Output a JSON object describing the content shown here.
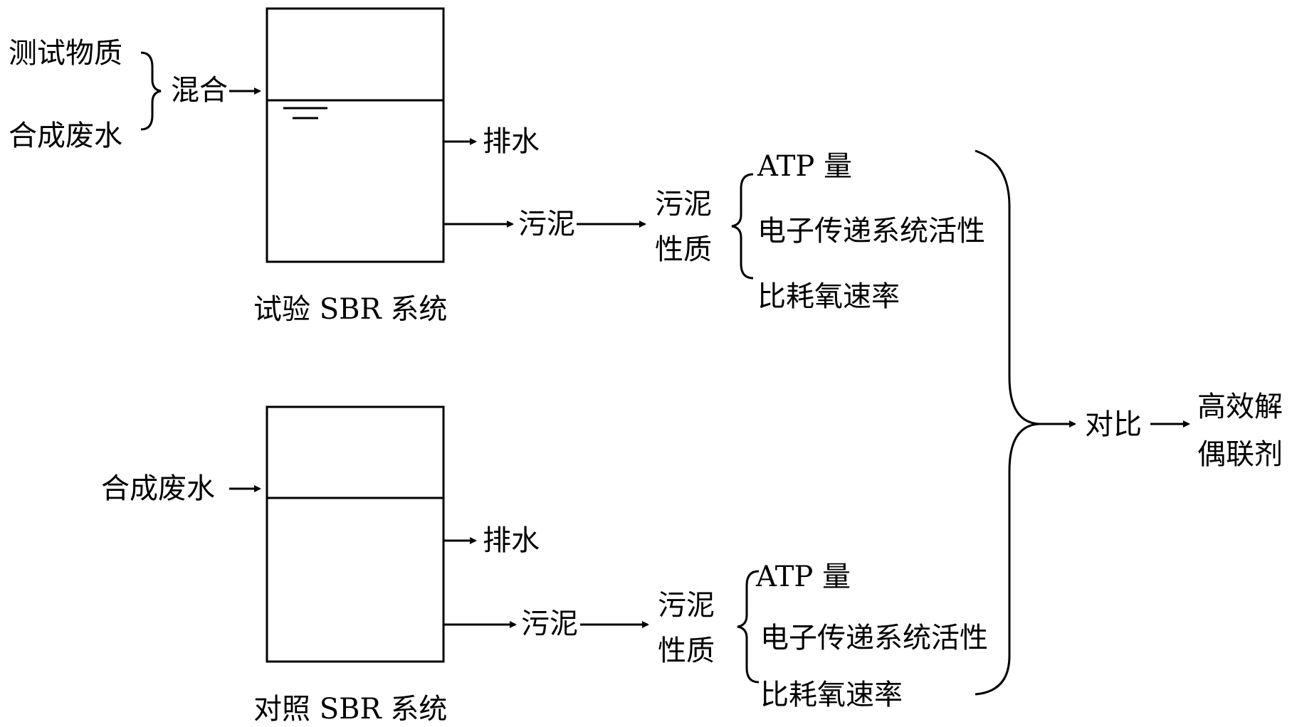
{
  "test_system": {
    "input_1": "测试物质",
    "input_2": "合成废水",
    "mix_label": "混合",
    "drain_label": "排水",
    "sludge_label": "污泥",
    "props_label_line1": "污泥",
    "props_label_line2": "性质",
    "metrics": [
      "ATP 量",
      "电子传递系统活性",
      "比耗氧速率"
    ],
    "caption": "试验 SBR 系统"
  },
  "control_system": {
    "input": "合成废水",
    "drain_label": "排水",
    "sludge_label": "污泥",
    "props_label_line1": "污泥",
    "props_label_line2": "性质",
    "metrics": [
      "ATP 量",
      "电子传递系统活性",
      "比耗氧速率"
    ],
    "caption": "对照 SBR 系统"
  },
  "compare_label": "对比",
  "result_line1": "高效解",
  "result_line2": "偶联剂"
}
